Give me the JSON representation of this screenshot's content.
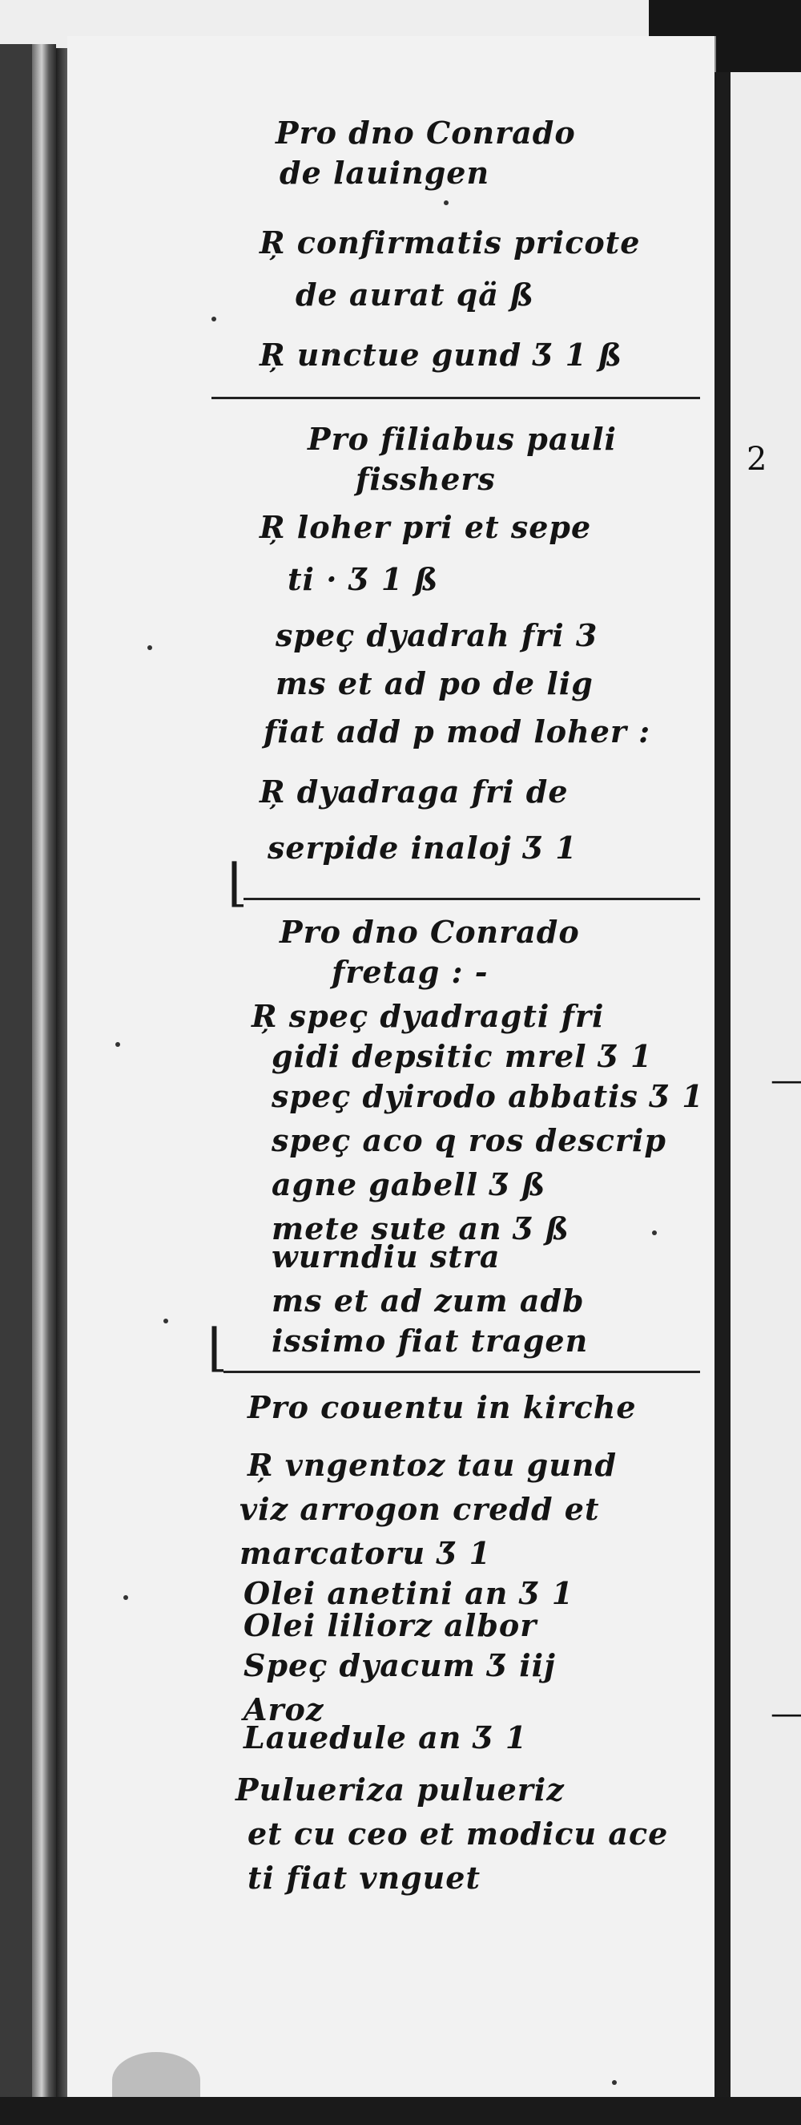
{
  "manuscript": {
    "sections": [
      {
        "heading": [
          "Pro dno Conrado",
          "de lauingen"
        ],
        "lines": [
          "Ŗ confirmatis pricote",
          "de aurat   qä ß",
          "Ŗ unctue gund  Ʒ 1 ß"
        ]
      },
      {
        "heading": [
          "Pro filiabus pauli",
          "fisshers"
        ],
        "lines": [
          "Ŗ loher pri et sepe",
          "ti ·        Ʒ 1 ß",
          "speç dyadrah fri 3",
          "ms et ad po de lig",
          "fiat add p mod loher :",
          "Ŗ dyadraga fri de",
          "serpide inaloj      Ʒ 1"
        ]
      },
      {
        "heading": [
          "Pro dno Conrado",
          "fretag : -"
        ],
        "lines": [
          "Ŗ speç dyadragti fri",
          "gidi depsitic mrel  Ʒ 1",
          "speç dyirodo abbatis Ʒ 1",
          "speç aco q ros descrip",
          "agne gabell      Ʒ ß",
          "mete sute    an Ʒ ß",
          "wurndiu stra",
          "ms et ad zum adb",
          "issimo fiat tragen"
        ]
      },
      {
        "heading": [
          "Pro couentu in kirche"
        ],
        "lines": [
          "Ŗ vngentoz tau gund",
          "viz arrogon credd et",
          "marcatoru         Ʒ 1",
          "Olei anetini     an Ʒ 1",
          "Olei liliorz albor",
          "Speç dyacum  Ʒ iij",
          "Aroz",
          "Lauedule    an  Ʒ 1",
          "Pulueriza pulueriz",
          "et cu ceo et modicu ace",
          "ti fiat vnguet"
        ]
      }
    ],
    "next_page_marks": [
      "2",
      "—",
      "—"
    ]
  }
}
